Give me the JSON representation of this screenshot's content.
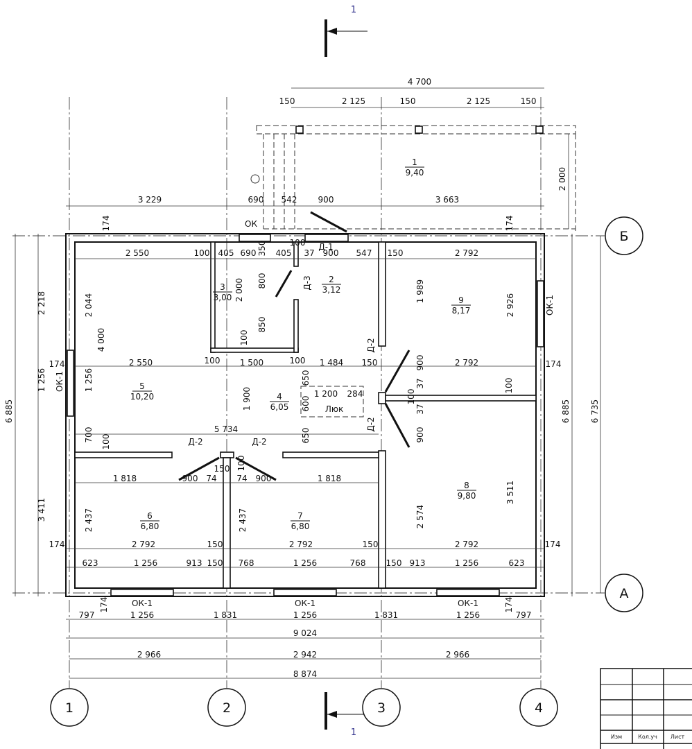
{
  "section_marks": {
    "top": "1",
    "bottom": "1"
  },
  "axes": {
    "columns": [
      "1",
      "2",
      "3",
      "4"
    ],
    "rows": [
      "Б",
      "А"
    ]
  },
  "rooms": [
    {
      "number": "1",
      "area": "9,40"
    },
    {
      "number": "2",
      "area": "3,12"
    },
    {
      "number": "3",
      "area": "3,00"
    },
    {
      "number": "4",
      "area": "6,05"
    },
    {
      "number": "5",
      "area": "10,20"
    },
    {
      "number": "6",
      "area": "6,80"
    },
    {
      "number": "7",
      "area": "6,80"
    },
    {
      "number": "8",
      "area": "9,80"
    },
    {
      "number": "9",
      "area": "8,17"
    }
  ],
  "marks": {
    "door_d1": "Д-1",
    "door_d3": "Д-3",
    "door_d2": "Д-2",
    "window": "ОК-1",
    "window_ok": "ОК",
    "hatch": "Люк"
  },
  "dims": {
    "top": [
      "4 700",
      "150",
      "2 125",
      "150",
      "2 125",
      "150",
      "2 000"
    ],
    "row290": [
      "3 229",
      "690",
      "542",
      "900",
      "3 663",
      "174",
      "174"
    ],
    "row367": [
      "2 550",
      "100",
      "405",
      "690",
      "405",
      "37",
      "900",
      "547",
      "150",
      "2 792",
      "100"
    ],
    "closet": [
      "350",
      "800",
      "2 000",
      "850",
      "100"
    ],
    "left": [
      "2 218",
      "2 044",
      "4 000",
      "1 256",
      "1 256",
      "6 885",
      "700",
      "100",
      "3 411",
      "174",
      "174"
    ],
    "row523": [
      "2 550",
      "100",
      "1 500",
      "100",
      "1 484",
      "150",
      "900",
      "2 792",
      "174"
    ],
    "right": [
      "1 989",
      "2 926",
      "650",
      "600",
      "1 200",
      "284",
      "1 900",
      "650",
      "37",
      "100",
      "37",
      "900",
      "100",
      "6 885",
      "6 735",
      "5 734"
    ],
    "row690": [
      "150",
      "100",
      "1 818",
      "900",
      "74",
      "74",
      "900",
      "1 818",
      "2 437",
      "2 437",
      "2 574",
      "3 511"
    ],
    "row785": [
      "2 792",
      "150",
      "2 792",
      "150",
      "2 792",
      "174"
    ],
    "row812": [
      "623",
      "1 256",
      "913",
      "150",
      "768",
      "1 256",
      "768",
      "150",
      "913",
      "1 256",
      "623"
    ],
    "bottom": [
      "174",
      "174",
      "797",
      "1 256",
      "1 831",
      "1 256",
      "1 831",
      "1 256",
      "797",
      "9 024",
      "2 966",
      "2 942",
      "2 966",
      "8 874"
    ]
  },
  "title_block": {
    "headers": [
      "Изм",
      "Кол.уч",
      "Лист"
    ]
  }
}
